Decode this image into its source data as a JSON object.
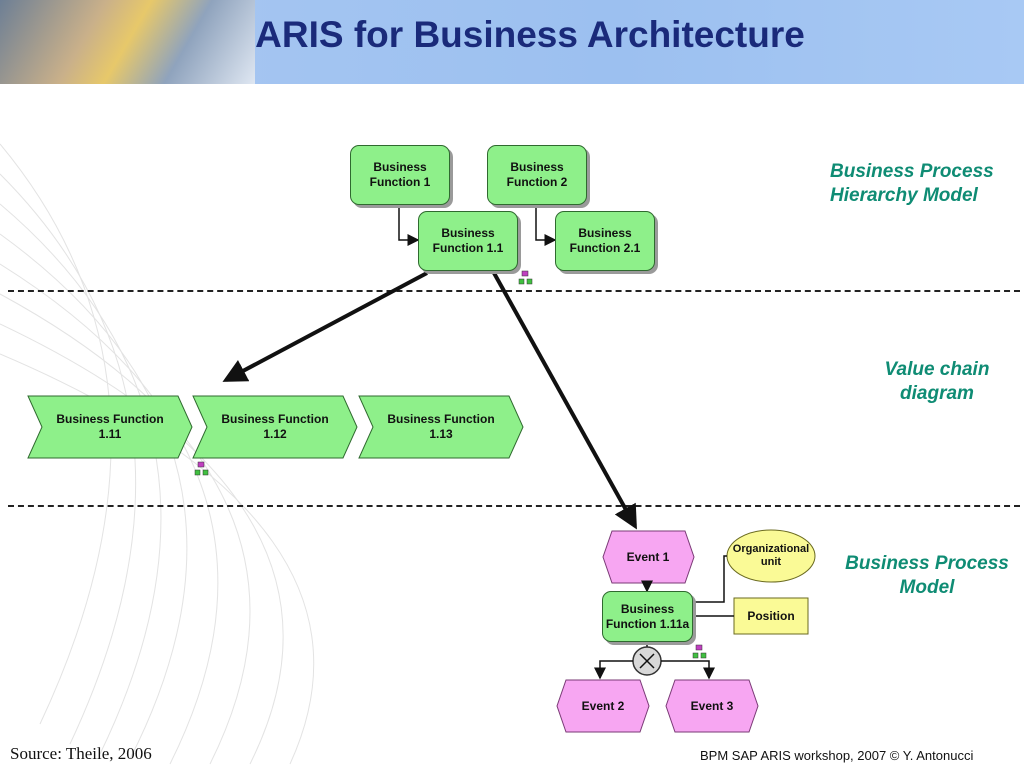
{
  "header": {
    "title": "ARIS for Business Architecture"
  },
  "sections": {
    "hierarchy": "Business Process Hierarchy Model",
    "value_chain": "Value chain diagram",
    "process": "Business Process Model"
  },
  "hierarchy": {
    "bf1": "Business Function 1",
    "bf2": "Business Function 2",
    "bf11": "Business Function 1.1",
    "bf21": "Business Function 2.1"
  },
  "value_chain": {
    "vc111": "Business Function 1.11",
    "vc112": "Business Function 1.12",
    "vc113": "Business Function 1.13"
  },
  "process": {
    "event1": "Event 1",
    "function": "Business Function 1.11a",
    "org_unit": "Organizational unit",
    "position": "Position",
    "event2": "Event 2",
    "event3": "Event 3"
  },
  "footer": {
    "source": "Source: Theile, 2006",
    "credit": "BPM SAP ARIS workshop, 2007 © Y. Antonucci"
  },
  "colors": {
    "header_bg": "#9cc0f0",
    "title": "#1a2a7a",
    "function": "#8ef08a",
    "event": "#f7a6f2",
    "org_unit": "#fafa96",
    "section_label": "#0f8c74"
  }
}
